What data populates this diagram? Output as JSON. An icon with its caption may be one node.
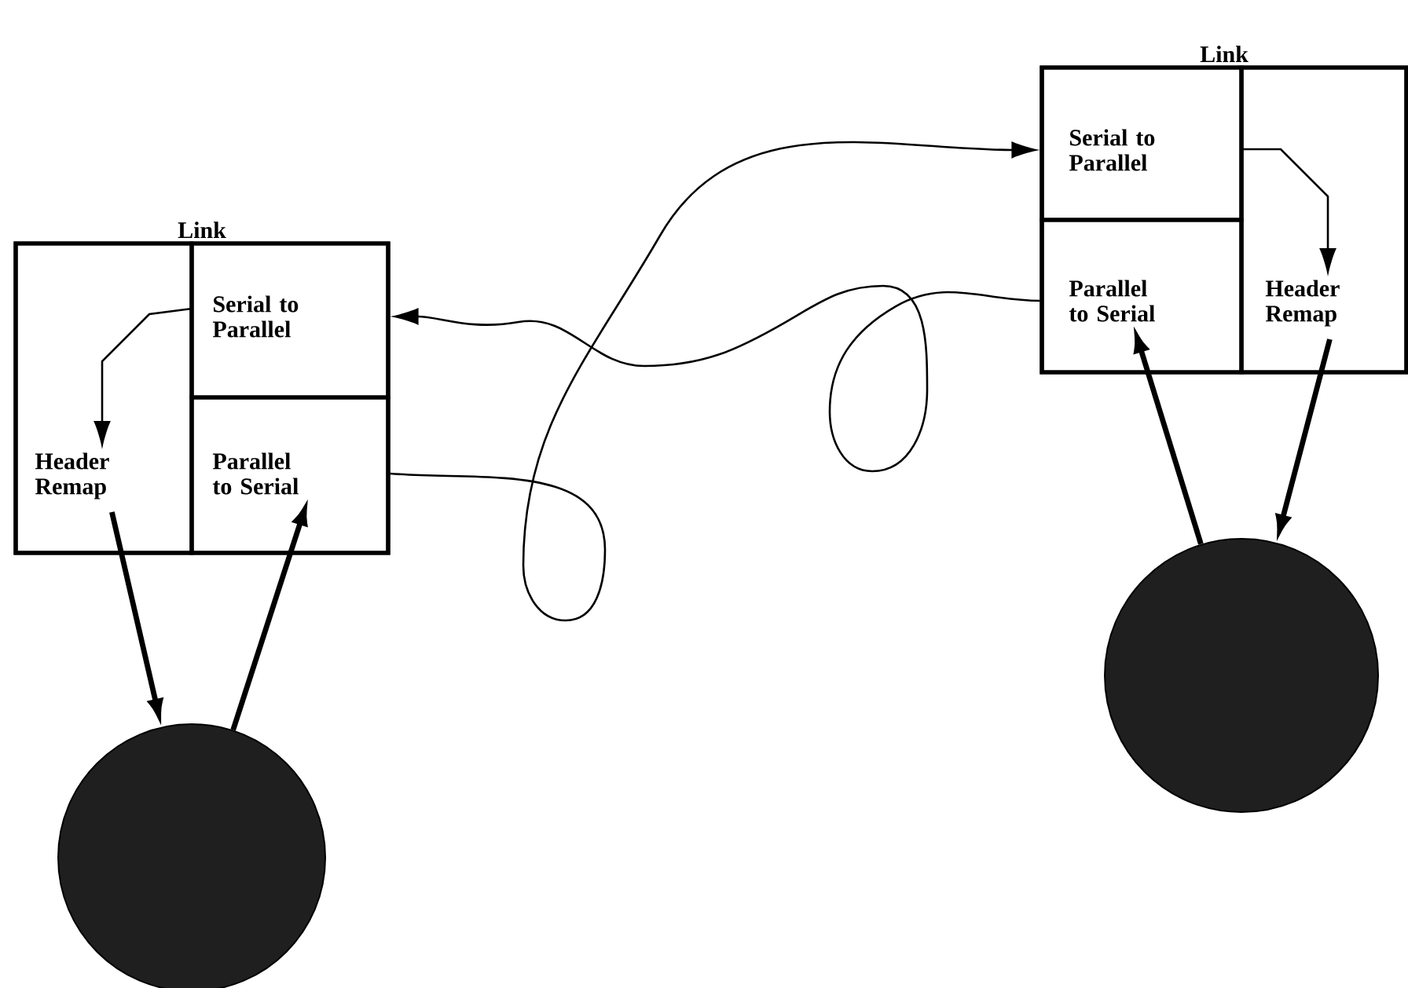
{
  "diagram": {
    "nodes": [
      {
        "text": [
          "Link"
        ]
      },
      {
        "text": [
          "Header Remap"
        ],
        "in": 0
      },
      {
        "text": [
          "Serial to Parallel"
        ],
        "in": 0
      },
      {
        "text": [
          "Parallel to Serial"
        ],
        "in": 0
      },
      {
        "text": [],
        "shape": "circle"
      },
      {
        "text": [
          "Link"
        ]
      },
      {
        "text": [
          "Serial to Parallel"
        ],
        "in": 5
      },
      {
        "text": [
          "Parallel to Serial"
        ],
        "in": 5
      },
      {
        "text": [
          "Header Remap"
        ],
        "in": 5
      },
      {
        "text": [],
        "shape": "circle"
      }
    ],
    "edges": [
      {
        "from": 2,
        "to": 1,
        "arrow": "to"
      },
      {
        "from": 1,
        "to": 4,
        "arrow": "to",
        "style": "thick"
      },
      {
        "from": 4,
        "to": 3,
        "arrow": "to",
        "style": "thick"
      },
      {
        "from": 3,
        "to": 6,
        "arrow": "to"
      },
      {
        "from": 7,
        "to": 2,
        "arrow": "to"
      },
      {
        "from": 6,
        "to": 8,
        "arrow": "to"
      },
      {
        "from": 8,
        "to": 9,
        "arrow": "to",
        "style": "thick"
      },
      {
        "from": 9,
        "to": 7,
        "arrow": "to",
        "style": "thick"
      }
    ]
  }
}
